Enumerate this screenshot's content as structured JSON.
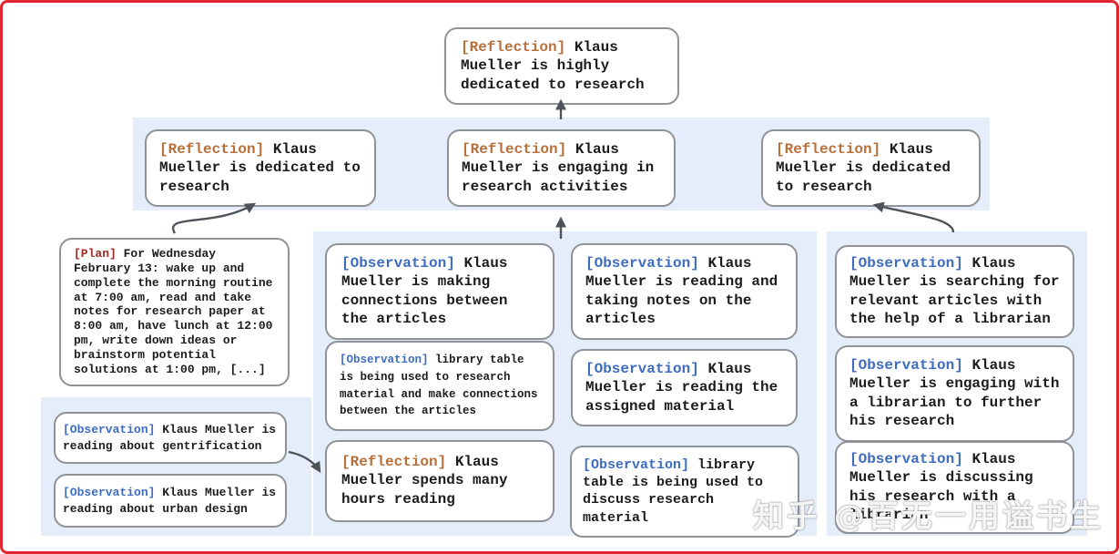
{
  "colors": {
    "reflection_tag": "#b96f3a",
    "observation_tag": "#3d6cc0",
    "plan_tag": "#9e2b25",
    "band_background": "#e4edf9",
    "node_border": "#8f9296",
    "arrow": "#4d5358",
    "frame_border": "#e02630"
  },
  "nodes": {
    "root": {
      "tag": "[Reflection]",
      "text": "Klaus Mueller is highly dedicated to research"
    },
    "reflection_left": {
      "tag": "[Reflection]",
      "text": "Klaus Mueller is dedicated to research"
    },
    "reflection_center": {
      "tag": "[Reflection]",
      "text": "Klaus Mueller is engaging in research activities"
    },
    "reflection_right": {
      "tag": "[Reflection]",
      "text": "Klaus Mueller is dedicated to research"
    },
    "plan": {
      "tag": "[Plan]",
      "text": "For Wednesday February 13: wake up and complete the morning routine at 7:00 am, read and take notes for research paper at 8:00 am, have lunch at 12:00 pm, write down ideas or brainstorm potential solutions at 1:00 pm, [...]"
    },
    "obs_gentrification": {
      "tag": "[Observation]",
      "text": "Klaus Mueller is reading about gentrification"
    },
    "obs_urban_design": {
      "tag": "[Observation]",
      "text": "Klaus Mueller is reading about urban design"
    },
    "obs_connections": {
      "tag": "[Observation]",
      "text": "Klaus Mueller is making connections between the articles"
    },
    "obs_library_research": {
      "tag": "[Observation]",
      "text": "library table is being used to research material and make connections between the articles"
    },
    "reflection_hours": {
      "tag": "[Reflection]",
      "text": "Klaus Mueller spends many hours reading"
    },
    "obs_taking_notes": {
      "tag": "[Observation]",
      "text": "Klaus Mueller is reading and taking notes on the articles"
    },
    "obs_assigned_material": {
      "tag": "[Observation]",
      "text": "Klaus Mueller is reading the assigned material"
    },
    "obs_library_discuss": {
      "tag": "[Observation]",
      "text": "library table is being used to discuss research material"
    },
    "obs_librarian_search": {
      "tag": "[Observation]",
      "text": "Klaus Mueller is searching for relevant articles with the help of a librarian"
    },
    "obs_librarian_engage": {
      "tag": "[Observation]",
      "text": "Klaus Mueller is engaging with a librarian to further his research"
    },
    "obs_librarian_discuss": {
      "tag": "[Observation]",
      "text": "Klaus Mueller is discussing his research with a librarian"
    }
  },
  "watermark": "知乎 @百无一用谥书生"
}
